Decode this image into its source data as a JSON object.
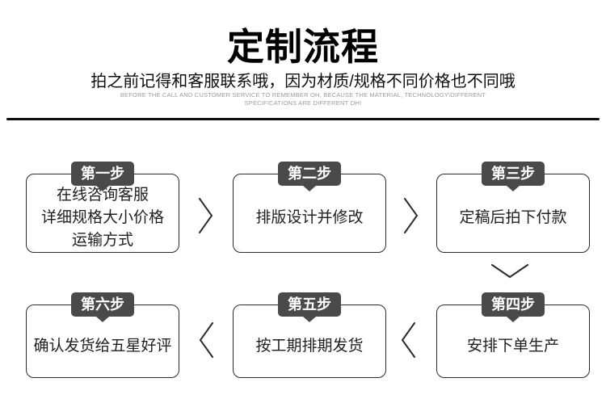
{
  "header": {
    "title": "定制流程",
    "subtitle": "拍之前记得和客服联系哦，因为材质/规格不同价格也不同哦",
    "caption_line1": "BEFORE THE CALL AND CUSTOMER SERVICE TO REMEMBER OH, BECAUSE THE MATERIAL, TECHNOLOGY\\DIFFERENT",
    "caption_line2": "SPECIFICATIONS ARE DIFFERENT OH!"
  },
  "colors": {
    "badge_background": "#4a4a4a",
    "badge_text": "#ffffff",
    "box_border": "#2b2b2b",
    "divider": "#0d0d0d",
    "caption_text": "#9b9b9b"
  },
  "steps": [
    {
      "badge": "第一步",
      "lines": [
        "在线咨询客服",
        "详细规格大小价格",
        "运输方式"
      ]
    },
    {
      "badge": "第二步",
      "lines": [
        "排版设计并修改"
      ]
    },
    {
      "badge": "第三步",
      "lines": [
        "定稿后拍下付款"
      ]
    },
    {
      "badge": "第四步",
      "lines": [
        "安排下单生产"
      ]
    },
    {
      "badge": "第五步",
      "lines": [
        "按工期排期发货"
      ]
    },
    {
      "badge": "第六步",
      "lines": [
        "确认发货给五星好评"
      ]
    }
  ]
}
